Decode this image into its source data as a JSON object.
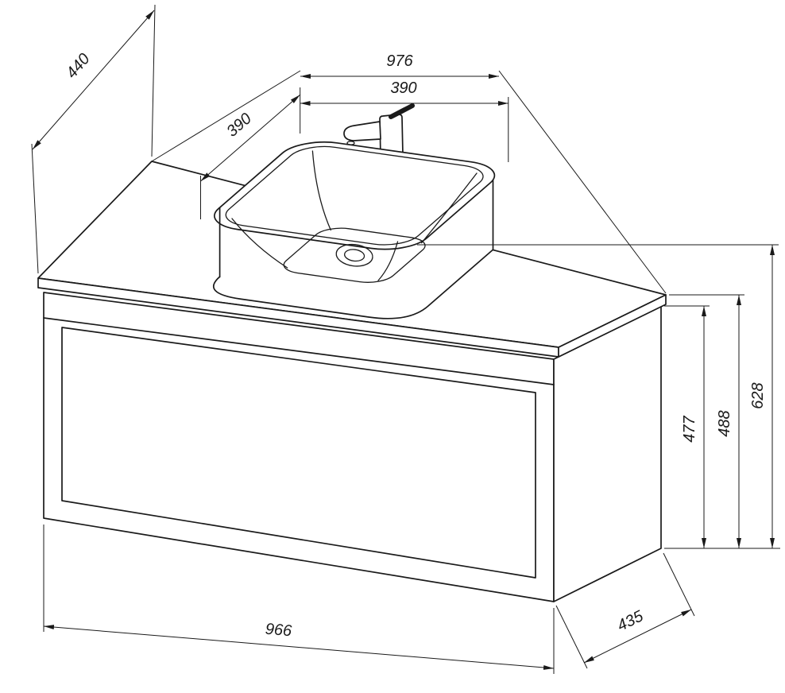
{
  "colors": {
    "line": "#1a1a1a",
    "background": "#ffffff"
  },
  "dimensions": {
    "countertop_depth": "440",
    "countertop_width": "976",
    "basin_depth": "390",
    "basin_width": "390",
    "cabinet_body_height": "477",
    "cabinet_with_top_height": "488",
    "total_height": "628",
    "cabinet_width": "966",
    "cabinet_depth": "435"
  }
}
